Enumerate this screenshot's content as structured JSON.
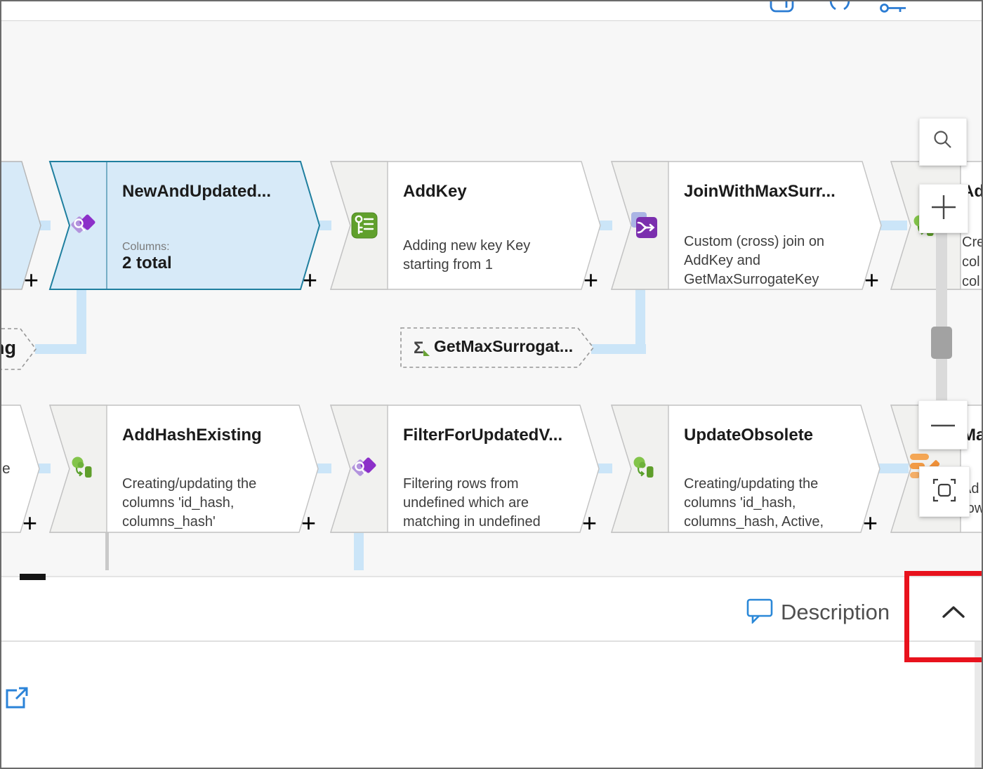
{
  "topbar": {
    "icons": [
      "save-icon",
      "braces-icon",
      "key-icon"
    ]
  },
  "canvas": {
    "plus_label": "+",
    "aggregate_glyph": "Σ",
    "nodes": {
      "new_and_updated": {
        "title": "NewAndUpdated...",
        "columns_label": "Columns:",
        "columns_value": "2 total"
      },
      "add_key": {
        "title": "AddKey",
        "desc": "Adding new key Key\nstarting from 1"
      },
      "join_with_max": {
        "title": "JoinWithMaxSurr...",
        "desc": "Custom (cross) join on\nAddKey and\nGetMaxSurrogateKey"
      },
      "get_max_surrogate": {
        "title": "GetMaxSurrogat..."
      },
      "add_hash_existing": {
        "title": "AddHashExisting",
        "desc": "Creating/updating the\ncolumns 'id_hash,\ncolumns_hash'"
      },
      "filter_for_updated": {
        "title": "FilterForUpdatedV...",
        "desc": "Filtering rows from\nundefined which are\nmatching in undefined\nbased on columns"
      },
      "update_obsolete": {
        "title": "UpdateObsolete",
        "desc": "Creating/updating the\ncolumns 'id_hash,\ncolumns_hash, Active,\nActiveEndTime'"
      },
      "right_top_partial": {
        "title": "Ad",
        "desc": "Cre\ncol\ncol\nM"
      },
      "right_bottom_partial": {
        "title": "Ma",
        "desc": "Ad\nrow"
      },
      "left_mid_partial": {
        "fragment": "ng"
      },
      "left_bottom_partial": {
        "fragment": "e"
      }
    }
  },
  "bottom_panel": {
    "description_label": "Description"
  },
  "colors": {
    "accent_blue": "#2b83d8",
    "selected_fill": "#d7eaf8",
    "selected_border": "#1f7f9f",
    "connector_blue": "#cbe5f8",
    "annotation_red": "#e8121d",
    "canvas_bg": "#f7f7f7"
  }
}
